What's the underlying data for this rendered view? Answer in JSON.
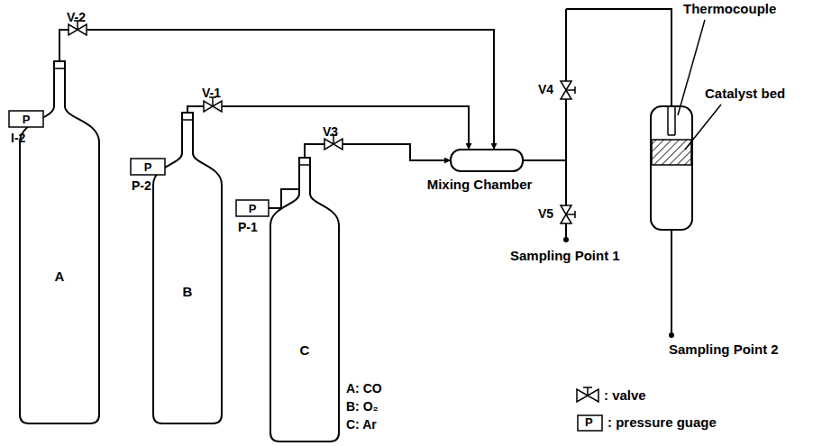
{
  "diagram": {
    "nodes": [
      {
        "text": [
          "A"
        ]
      },
      {
        "text": [
          "B"
        ]
      },
      {
        "text": [
          "C"
        ]
      },
      {
        "text": [
          "P"
        ]
      },
      {
        "text": [
          "P"
        ]
      },
      {
        "text": [
          "P"
        ]
      },
      {
        "text": [
          "Mixing Chamber"
        ]
      }
    ],
    "edges": [
      {
        "from": 0,
        "to": 6,
        "arrow": "to"
      },
      {
        "from": 1,
        "to": 6,
        "arrow": "to"
      },
      {
        "from": 2,
        "to": 6,
        "arrow": "to"
      }
    ],
    "labels": [
      "V-2",
      "I-2",
      "V-1",
      "P-2",
      "V3",
      "P-1",
      "V4",
      "V5",
      "Thermocouple",
      "Catalyst bed",
      "Sampling Point 1",
      "Sampling Point 2",
      "A: CO",
      "B: O₂",
      "C: Ar",
      "P"
    ],
    "legend": [
      {
        "text": ": valve"
      },
      {
        "text": ": pressure guage"
      }
    ]
  }
}
